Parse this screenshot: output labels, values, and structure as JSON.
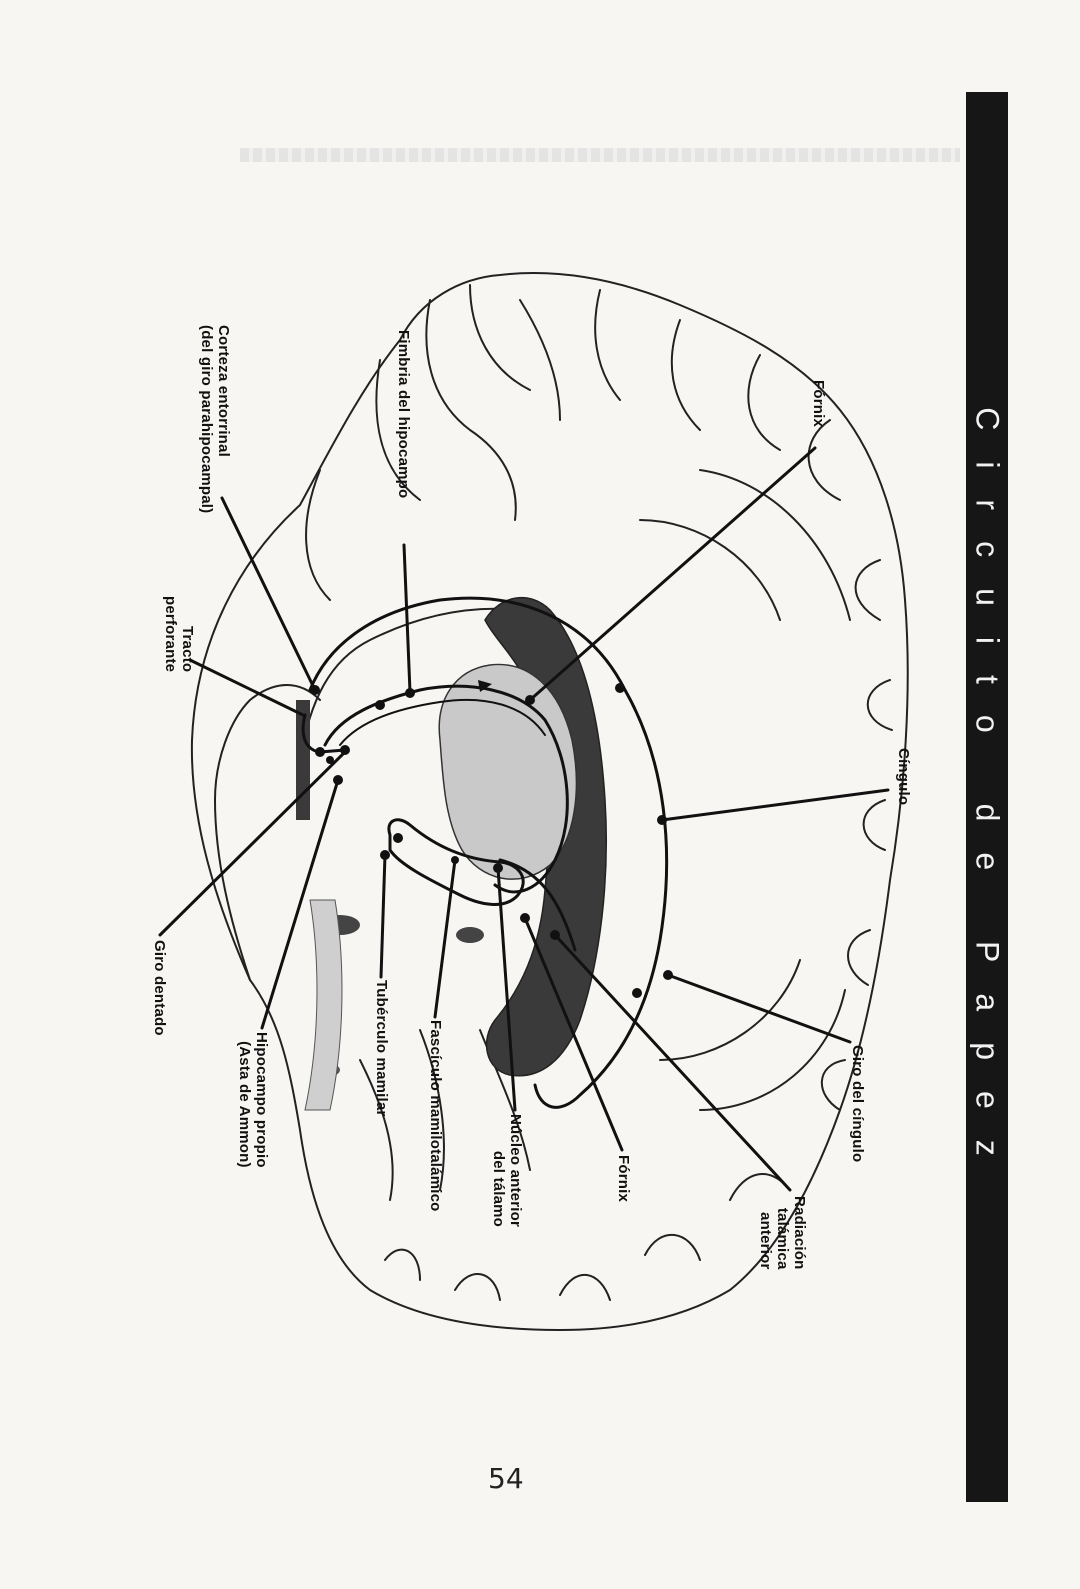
{
  "title": "Circuito de Papez",
  "page_number": "54",
  "labels": {
    "fornix_top": "Fórnix",
    "fimbria": "Fimbria del hipocampo",
    "corteza_1": "Corteza entorrinal",
    "corteza_2": "(del giro parahipocampal)",
    "tracto_1": "Tracto",
    "tracto_2": "perforante",
    "giro_dentado": "Giro dentado",
    "hipocampo_1": "Hipocampo propio",
    "hipocampo_2": "(Asta de Ammon)",
    "tuberculo": "Tubérculo mamilar",
    "fasciculo": "Fascículo mamilotalámico",
    "nucleo_1": "Núcleo anterior",
    "nucleo_2": "del tálamo",
    "fornix_bottom": "Fórnix",
    "radiacion_1": "Radiación",
    "radiacion_2": "talámica",
    "radiacion_3": "anterior",
    "giro_cingulo": "Giro del cíngulo",
    "cingulo": "Cíngulo"
  },
  "colors": {
    "title_bar": "#161616",
    "ink": "#111111",
    "shade": "#3a3a3a"
  }
}
